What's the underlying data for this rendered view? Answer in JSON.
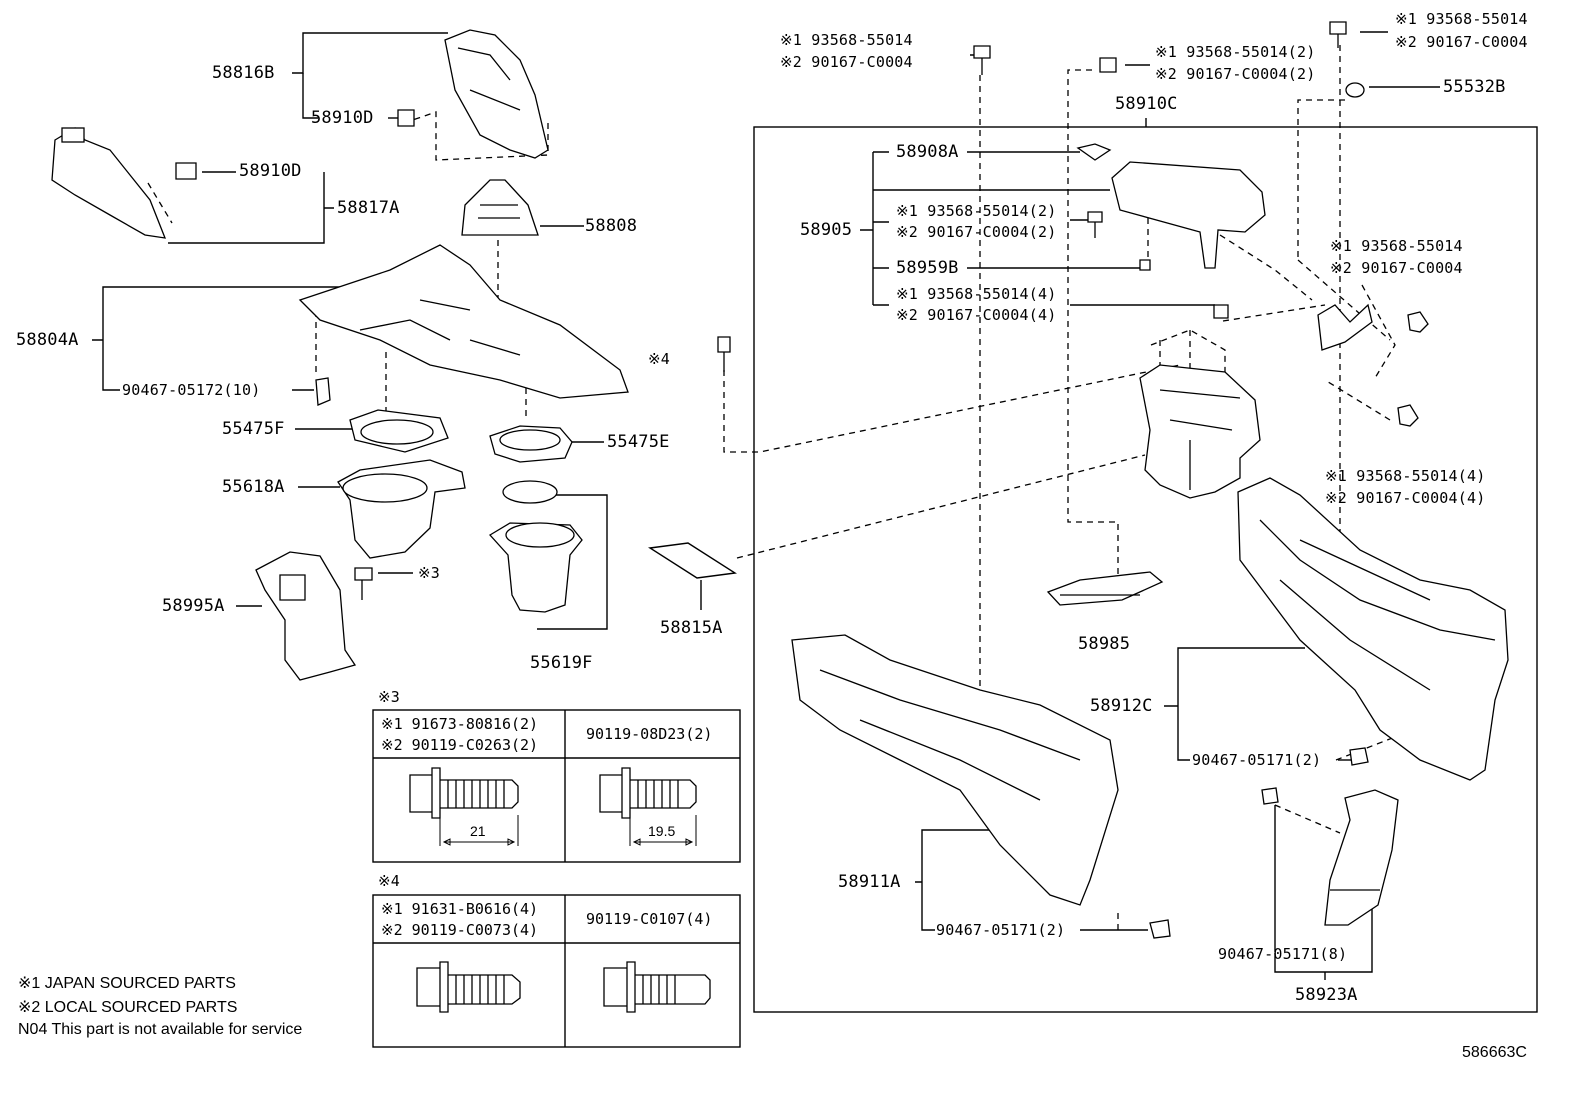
{
  "callouts": {
    "c58816B": "58816B",
    "c58910D_a": "58910D",
    "c58910D_b": "58910D",
    "c58817A": "58817A",
    "c58808": "58808",
    "c58804A": "58804A",
    "c90467_05172": "90467-05172(10)",
    "c55475F": "55475F",
    "c55475E": "55475E",
    "c55618A": "55618A",
    "c58995A": "58995A",
    "c55619F": "55619F",
    "c58815A": "58815A",
    "mark3": "※3",
    "mark4": "※4",
    "c58910C": "58910C",
    "c58908A": "58908A",
    "c58905": "58905",
    "c58959B": "58959B",
    "c58985": "58985",
    "c58912C": "58912C",
    "c58911A": "58911A",
    "c58923A": "58923A",
    "c55532B": "55532B",
    "c90467_05171_a": "90467-05171(2)",
    "c90467_05171_b": "90467-05171(2)",
    "c90467_05171_c": "90467-05171(8)"
  },
  "bolt_refs": {
    "top_center_1": "※1 93568-55014",
    "top_center_2": "※2 90167-C0004",
    "top_mid_1": "※1 93568-55014(2)",
    "top_mid_2": "※2 90167-C0004(2)",
    "top_right_1": "※1 93568-55014",
    "top_right_2": "※2 90167-C0004",
    "inner_a1": "※1 93568-55014(2)",
    "inner_a2": "※2 90167-C0004(2)",
    "inner_b1": "※1 93568-55014(4)",
    "inner_b2": "※2 90167-C0004(4)",
    "right_mid_1": "※1 93568-55014",
    "right_mid_2": "※2 90167-C0004",
    "right_low_1": "※1 93568-55014(4)",
    "right_low_2": "※2 90167-C0004(4)"
  },
  "table3": {
    "title": "※3",
    "left_1": "※1 91673-80816(2)",
    "left_2": "※2 90119-C0263(2)",
    "right": "90119-08D23(2)",
    "dim_left": "21",
    "dim_right": "19.5"
  },
  "table4": {
    "title": "※4",
    "left_1": "※1 91631-B0616(4)",
    "left_2": "※2 90119-C0073(4)",
    "right": "90119-C0107(4)"
  },
  "legend": {
    "line1": "※1 JAPAN SOURCED PARTS",
    "line2": "※2 LOCAL SOURCED PARTS",
    "line3": "N04  This part is not available for service"
  },
  "figure_id": "586663C",
  "colors": {
    "line": "#000000",
    "fill": "#ffffff",
    "shade": "#d9d9d9"
  }
}
